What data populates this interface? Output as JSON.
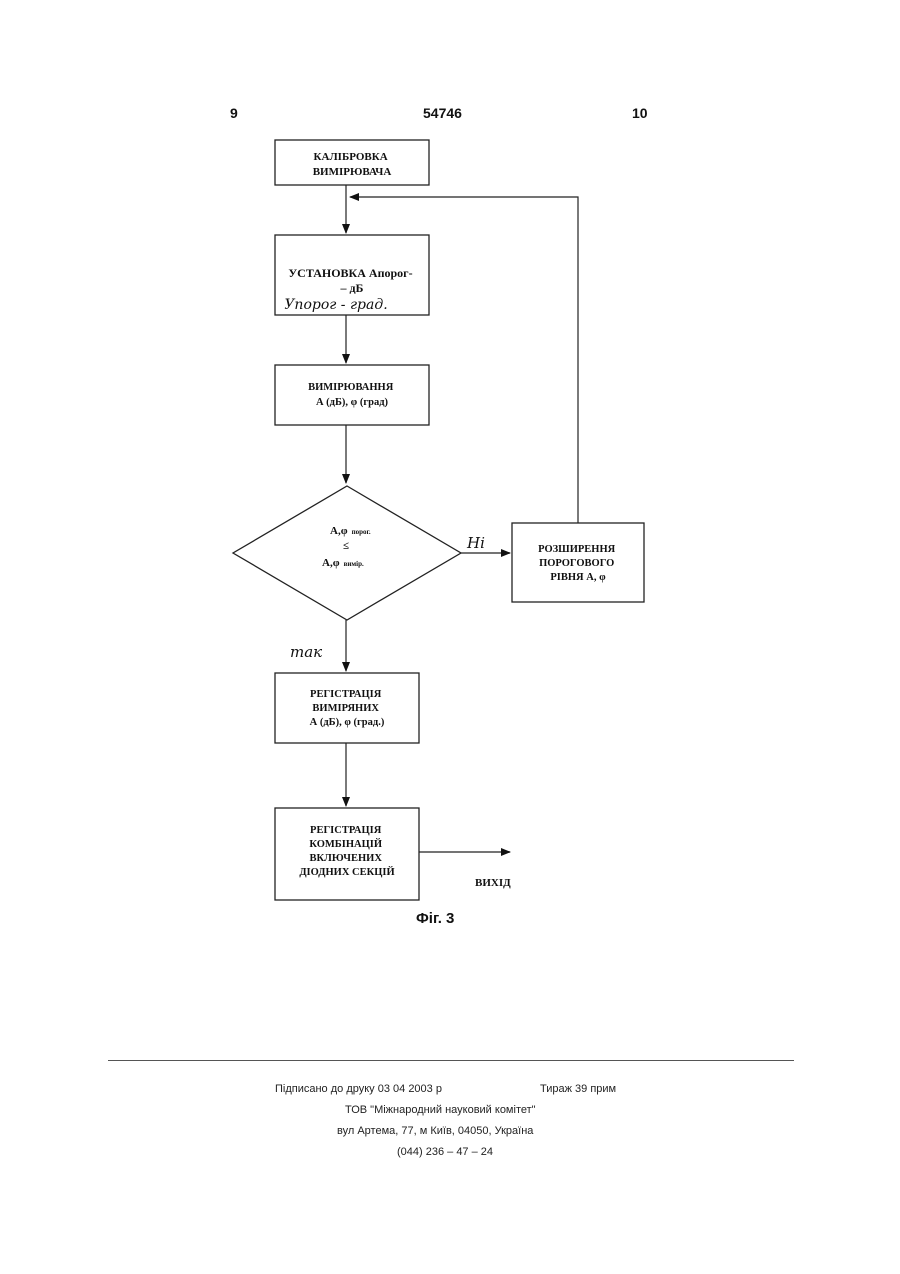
{
  "header": {
    "left_page": "9",
    "patent_number": "54746",
    "right_page": "10"
  },
  "flowchart": {
    "calibration": [
      "КАЛІБРОВКА",
      "ВИМІРЮВАЧА"
    ],
    "set_threshold": {
      "line1": "УСТАНОВКА Апорог-",
      "line2": "– дБ",
      "handwritten": "Упорог - град."
    },
    "measurement": [
      "ВИМІРЮВАННЯ",
      "А (дБ), φ (град)"
    ],
    "decision": {
      "top": "А,φ",
      "top_sub": "порог.",
      "op": "≤",
      "bottom": "А,φ",
      "bottom_sub": "вимір."
    },
    "no_label": "Hі",
    "yes_label": "так",
    "expand_threshold": [
      "РОЗШИРЕННЯ",
      "ПОРОГОВОГО",
      "РІВНЯ А, φ"
    ],
    "register_measured": [
      "РЕГІСТРАЦІЯ",
      "ВИМІРЯНИХ",
      "А (дБ), φ (град.)"
    ],
    "register_combinations": [
      "РЕГІСТРАЦІЯ",
      "КОМБІНАЦІЙ",
      "ВКЛЮЧЕНИХ",
      "ДІОДНИХ СЕКЦІЙ"
    ],
    "exit_label": "ВИХІД"
  },
  "caption": "Фіг. 3",
  "footer": {
    "signed": "Підписано до друку 03 04 2003 р",
    "circulation": "Тираж 39 прим",
    "publisher": "ТОВ \"Міжнародний науковий комітет\"",
    "address": "вул  Артема, 77, м  Київ, 04050, Україна",
    "phone": "(044) 236 – 47 – 24"
  }
}
